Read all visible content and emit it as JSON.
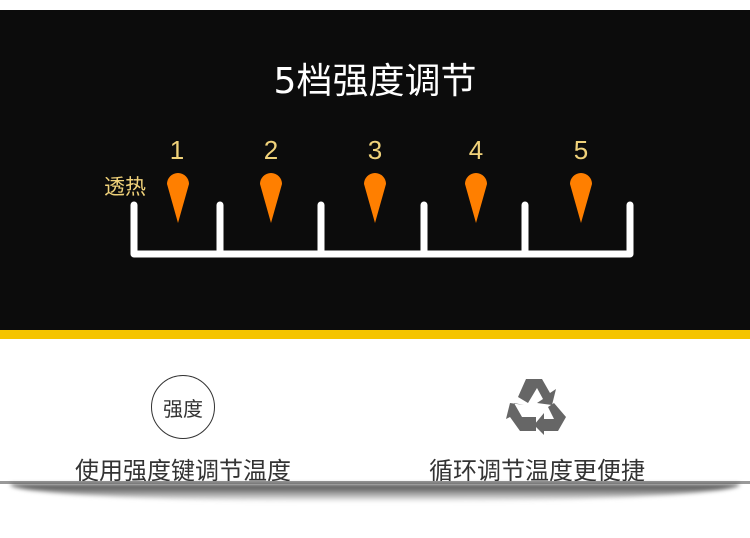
{
  "title": "5档强度调节",
  "scale": {
    "label": "透热",
    "levels": [
      "1",
      "2",
      "3",
      "4",
      "5"
    ],
    "drop_color": "#ff7f00"
  },
  "features": [
    {
      "icon": "strength-circle-icon",
      "icon_text": "强度",
      "text": "使用强度键调节温度"
    },
    {
      "icon": "recycle-icon",
      "text": "循环调节温度更便捷"
    }
  ],
  "colors": {
    "background": "#0c0c0c",
    "accent": "#f5c400",
    "number": "#f0d27a"
  }
}
